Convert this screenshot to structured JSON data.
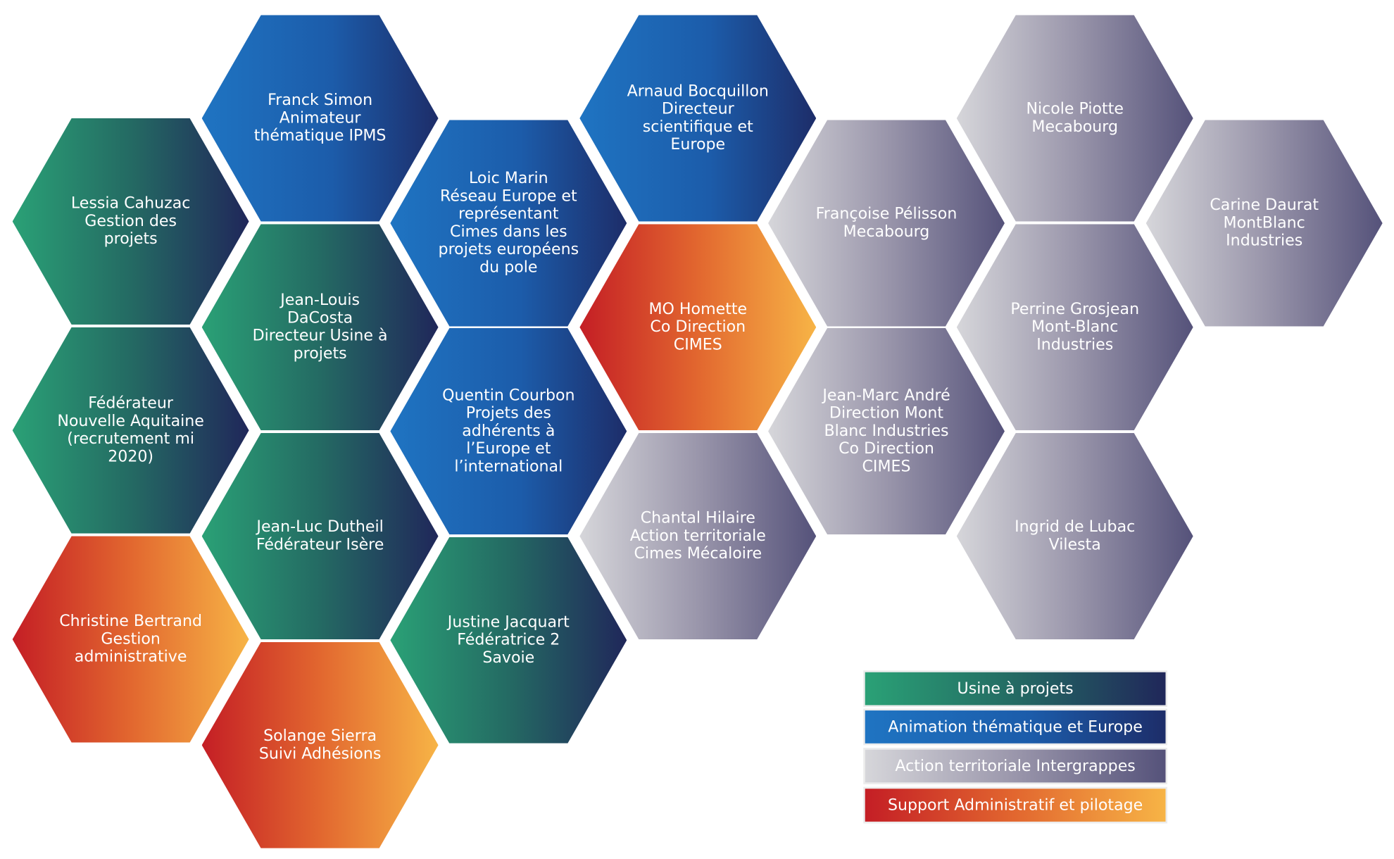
{
  "hexagons": [
    {
      "id": "franck-simon",
      "category": "blue",
      "lines": [
        "Franck Simon",
        "Animateur",
        "thématique IPMS"
      ]
    },
    {
      "id": "lessia-cahuzac",
      "category": "green",
      "lines": [
        "Lessia Cahuzac",
        "Gestion des",
        "projets"
      ]
    },
    {
      "id": "jean-louis-dacosta",
      "category": "green",
      "lines": [
        "Jean-Louis",
        "DaCosta",
        "Directeur Usine à",
        "projets"
      ]
    },
    {
      "id": "federateur-nouvelle-aquitaine",
      "category": "green",
      "lines": [
        "Fédérateur",
        "Nouvelle Aquitaine",
        "(recrutement mi",
        "2020)"
      ]
    },
    {
      "id": "jean-luc-dutheil",
      "category": "green",
      "lines": [
        "Jean-Luc Dutheil",
        "Fédérateur Isère"
      ]
    },
    {
      "id": "christine-bertrand",
      "category": "orange",
      "lines": [
        "Christine Bertrand",
        "Gestion",
        "administrative"
      ]
    },
    {
      "id": "solange-sierra",
      "category": "orange",
      "lines": [
        "Solange Sierra",
        "Suivi Adhésions"
      ]
    },
    {
      "id": "loic-marin",
      "category": "blue",
      "lines": [
        "Loic Marin",
        "Réseau Europe et",
        "représentant",
        "Cimes dans les",
        "projets européens",
        "du pole"
      ]
    },
    {
      "id": "quentin-courbon",
      "category": "blue",
      "lines": [
        "Quentin Courbon",
        "Projets des",
        "adhérents à",
        "l’Europe et",
        "l’international"
      ]
    },
    {
      "id": "justine-jacquart",
      "category": "green",
      "lines": [
        "Justine Jacquart",
        "Fédératrice 2",
        "Savoie"
      ]
    },
    {
      "id": "arnaud-bocquillon",
      "category": "blue",
      "lines": [
        "Arnaud Bocquillon",
        "Directeur",
        "scientifique et",
        "Europe"
      ]
    },
    {
      "id": "mo-homette",
      "category": "orange",
      "lines": [
        "MO Homette",
        "Co Direction",
        "CIMES"
      ]
    },
    {
      "id": "chantal-hilaire",
      "category": "grey",
      "lines": [
        "Chantal Hilaire",
        "Action territoriale",
        "Cimes Mécaloire"
      ]
    },
    {
      "id": "francoise-pelisson",
      "category": "grey",
      "lines": [
        "Françoise Pélisson",
        "Mecabourg"
      ]
    },
    {
      "id": "jean-marc-andre",
      "category": "grey",
      "lines": [
        "Jean-Marc André",
        "Direction Mont",
        "Blanc Industries",
        "Co Direction",
        "CIMES"
      ]
    },
    {
      "id": "nicole-piotte",
      "category": "grey",
      "lines": [
        "Nicole Piotte",
        "Mecabourg"
      ]
    },
    {
      "id": "perrine-grosjean",
      "category": "grey",
      "lines": [
        "Perrine Grosjean",
        "Mont-Blanc",
        "Industries"
      ]
    },
    {
      "id": "ingrid-de-lubac",
      "category": "grey",
      "lines": [
        "Ingrid de Lubac",
        "Vilesta"
      ]
    },
    {
      "id": "carine-daurat",
      "category": "grey",
      "lines": [
        "Carine Daurat",
        "MontBlanc",
        "Industries"
      ]
    }
  ],
  "legend": [
    {
      "category": "green",
      "label": "Usine à projets"
    },
    {
      "category": "blue",
      "label": "Animation thématique et Europe"
    },
    {
      "category": "grey",
      "label": "Action territoriale Intergrappes"
    },
    {
      "category": "orange",
      "label": "Support Administratif et pilotage"
    }
  ]
}
